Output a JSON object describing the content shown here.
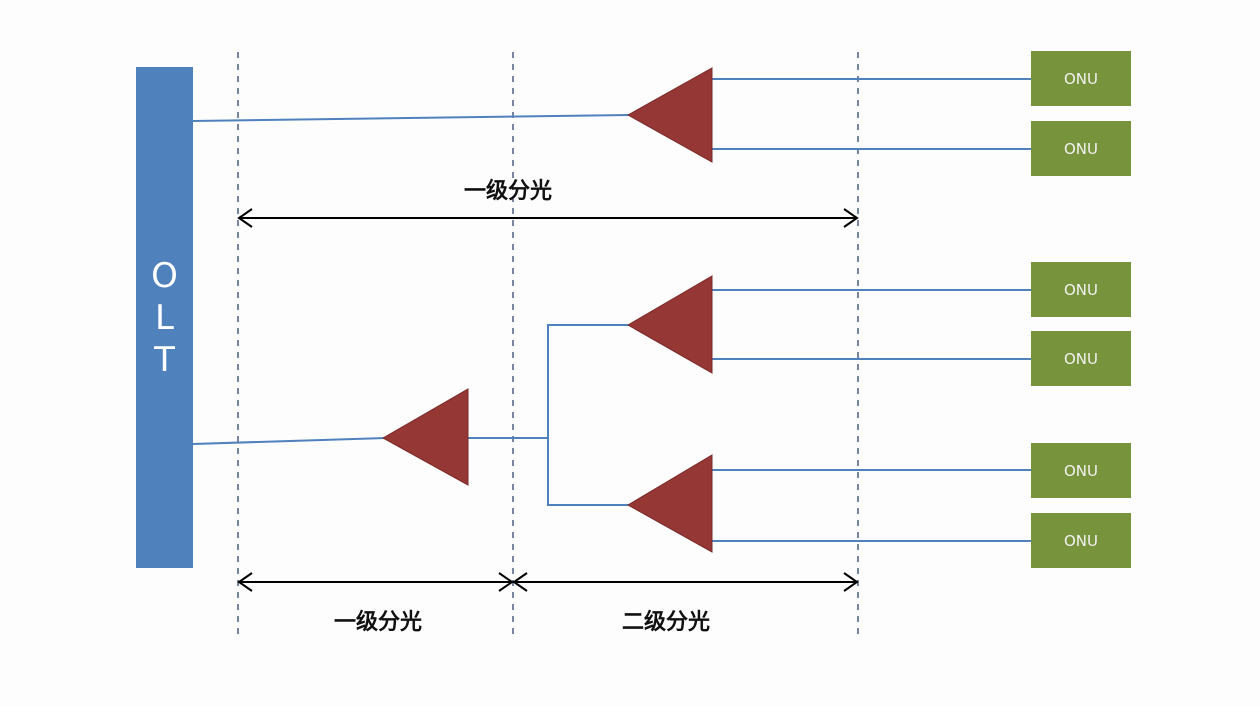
{
  "diagram": {
    "type": "PON optical splitting topology",
    "colors": {
      "olt": "#4f81bd",
      "onu": "#77933c",
      "splitter": "#953735",
      "fiber": "#4f81bd",
      "dimension": "#000000",
      "guide": "#1f3864"
    },
    "olt": {
      "label": "OLT",
      "letters": [
        "O",
        "L",
        "T"
      ]
    },
    "onus": [
      {
        "label": "ONU",
        "group": "top"
      },
      {
        "label": "ONU",
        "group": "top"
      },
      {
        "label": "ONU",
        "group": "bottom-upper"
      },
      {
        "label": "ONU",
        "group": "bottom-upper"
      },
      {
        "label": "ONU",
        "group": "bottom-lower"
      },
      {
        "label": "ONU",
        "group": "bottom-lower"
      }
    ],
    "splitters": [
      {
        "name": "top-splitter",
        "level": 1
      },
      {
        "name": "bottom-primary-splitter",
        "level": 1
      },
      {
        "name": "bottom-secondary-upper-splitter",
        "level": 2
      },
      {
        "name": "bottom-secondary-lower-splitter",
        "level": 2
      }
    ],
    "dimensions": {
      "top": {
        "label": "一级分光"
      },
      "bottom_left": {
        "label": "一级分光"
      },
      "bottom_right": {
        "label": "二级分光"
      }
    }
  }
}
